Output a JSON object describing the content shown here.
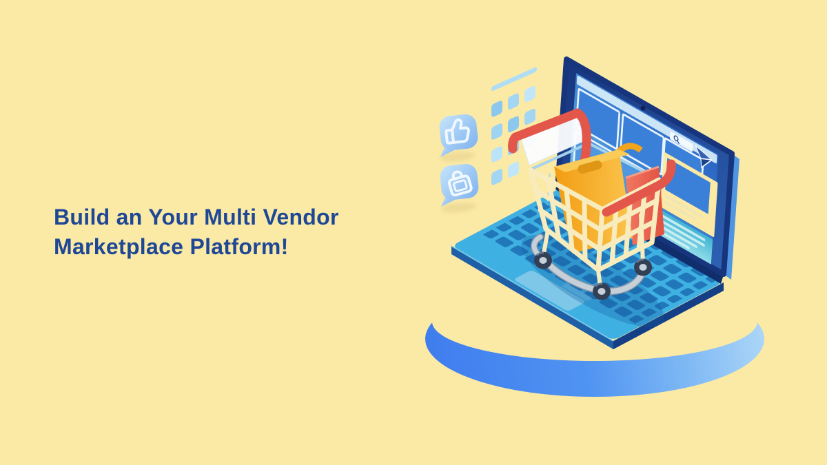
{
  "page": {
    "background_color": "#FBEAA6"
  },
  "headline": {
    "line1": "Build an Your Multi Vendor",
    "line2": "Marketplace Platform!",
    "text_color": "#1E4796"
  },
  "illustration": {
    "alt": "Isometric laptop showing an online store, with a wire shopping cart holding an orange bag and a coral bag standing on the keyboard, on a round blue pedestal",
    "icons": [
      "thumbs-up-icon",
      "shopping-bag-icon",
      "app-grid-icon",
      "search-icon",
      "cursor-icon"
    ],
    "colors": {
      "platform_ring": "#4A8DF1",
      "laptop_bezel": "#1B3E8C",
      "laptop_keyboard": "#2E8FD0",
      "screen_card": "#3B80D8",
      "screen_panel_teal": "#5FC6DC",
      "featured_card": "#FBE9A4",
      "cart_frame": "#F8ECBE",
      "cart_handle": "#E2574A",
      "cart_rim": "#A5D2EC",
      "bag_orange": "#F5A71F",
      "bag_coral": "#ED6553",
      "icon_badge": "#8FBBEF"
    }
  }
}
